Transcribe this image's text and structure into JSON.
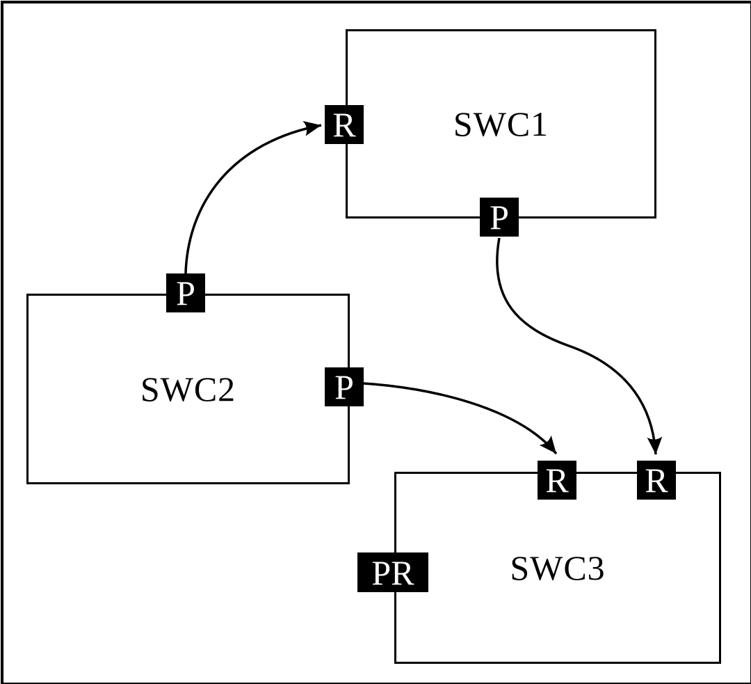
{
  "colors": {
    "background": "#ffffff",
    "line": "#000000",
    "port_background": "#000000",
    "port_text": "#ffffff"
  },
  "components": [
    {
      "id": "swc1",
      "label": "SWC1",
      "ports": [
        {
          "id": "swc1-r",
          "label": "R",
          "side": "left",
          "type": "require"
        },
        {
          "id": "swc1-p",
          "label": "P",
          "side": "bottom",
          "type": "provide"
        }
      ]
    },
    {
      "id": "swc2",
      "label": "SWC2",
      "ports": [
        {
          "id": "swc2-p-top",
          "label": "P",
          "side": "top",
          "type": "provide"
        },
        {
          "id": "swc2-p-right",
          "label": "P",
          "side": "right",
          "type": "provide"
        }
      ]
    },
    {
      "id": "swc3",
      "label": "SWC3",
      "ports": [
        {
          "id": "swc3-r-left",
          "label": "R",
          "side": "top",
          "type": "require"
        },
        {
          "id": "swc3-r-right",
          "label": "R",
          "side": "top",
          "type": "require"
        },
        {
          "id": "swc3-pr",
          "label": "PR",
          "side": "left",
          "type": "provide-require"
        }
      ]
    }
  ],
  "connections": [
    {
      "from": "swc2-p-top",
      "to": "swc1-r"
    },
    {
      "from": "swc1-p",
      "to": "swc3-r-right"
    },
    {
      "from": "swc2-p-right",
      "to": "swc3-r-left"
    }
  ]
}
